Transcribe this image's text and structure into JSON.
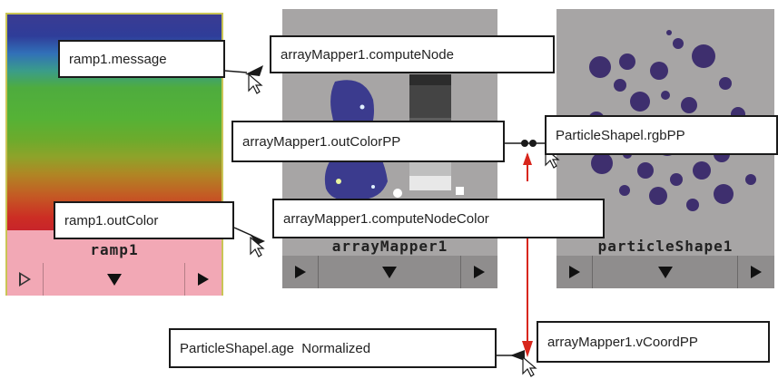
{
  "swatches": {
    "ramp": {
      "label": "ramp1"
    },
    "mapper": {
      "label": "arrayMapper1"
    },
    "particle": {
      "label": "particleShape1"
    }
  },
  "callouts": {
    "ramp_message": "ramp1.message",
    "mapper_compute_node": "arrayMapper1.computeNode",
    "mapper_out_color": "arrayMapper1.outColorPP",
    "particle_rgb": "ParticleShapel.rgbPP",
    "ramp_out_color": "ramp1.outColor",
    "mapper_compute_node_color": "arrayMapper1.computeNodeColor",
    "particle_age": "ParticleShapel.age  Normalized",
    "mapper_v_coord": "arrayMapper1.vCoordPP"
  },
  "colors": {
    "ramp_border": "#c9c455",
    "ramp_pink": "#f2a8b5",
    "node_gray": "#a7a5a5",
    "node_bar": "#8f8d8d",
    "particle_dot": "#3e2f6e",
    "connection_red": "#d8261c"
  },
  "icons": {
    "play": "play-icon",
    "menu": "menu-down-icon",
    "cursor": "cursor-arrow-icon"
  }
}
